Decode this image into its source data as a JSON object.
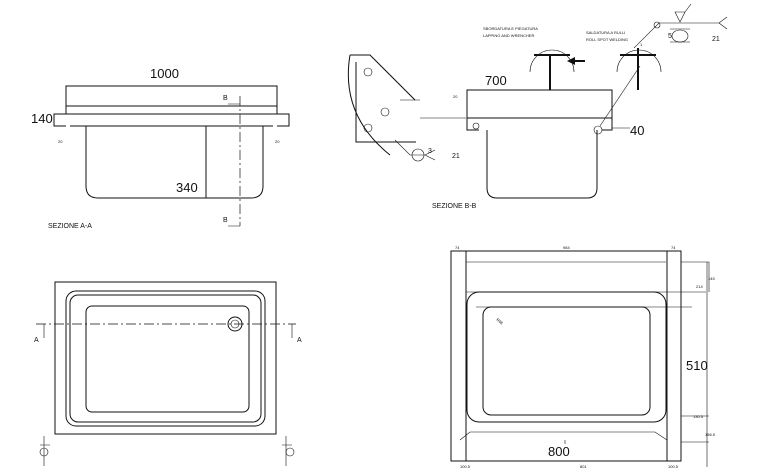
{
  "section_aa": {
    "label": "SEZIONE A-A",
    "width_dim": "1000",
    "height_dim": "140",
    "depth_dim": "340",
    "side_dim_left": "20",
    "side_dim_right": "20",
    "cut_left": "B",
    "cut_right": "B"
  },
  "section_bb": {
    "label": "SEZIONE B-B",
    "width_dim": "700",
    "side_dim": "40",
    "left_small": "20",
    "weld_symbol_number": "3",
    "weld_symbol_ref": "21"
  },
  "detail": {
    "note_left_1": "SBORDATURA E PIEGATURA",
    "note_left_2": "LAPPING AND WRENCHER",
    "note_right_1": "SALDATURA A RULLI",
    "note_right_2": "ROLL SPOT WELDING",
    "weld_number": "5",
    "weld_ref": "21",
    "small_label": "1"
  },
  "plan_view": {
    "cut_left": "A",
    "cut_right": "A"
  },
  "top_view": {
    "dim_left": "74",
    "dim_center": "984",
    "dim_right": "74",
    "dim_145": "145",
    "dim_214": "214",
    "radius": "R68",
    "dim_510": "510",
    "dim_130": "130.5",
    "dim_156": "156.5",
    "dim_bottom_left": "100.5",
    "dim_bottom_center": "801",
    "dim_bottom_right": "100.5",
    "dim_800": "800"
  }
}
